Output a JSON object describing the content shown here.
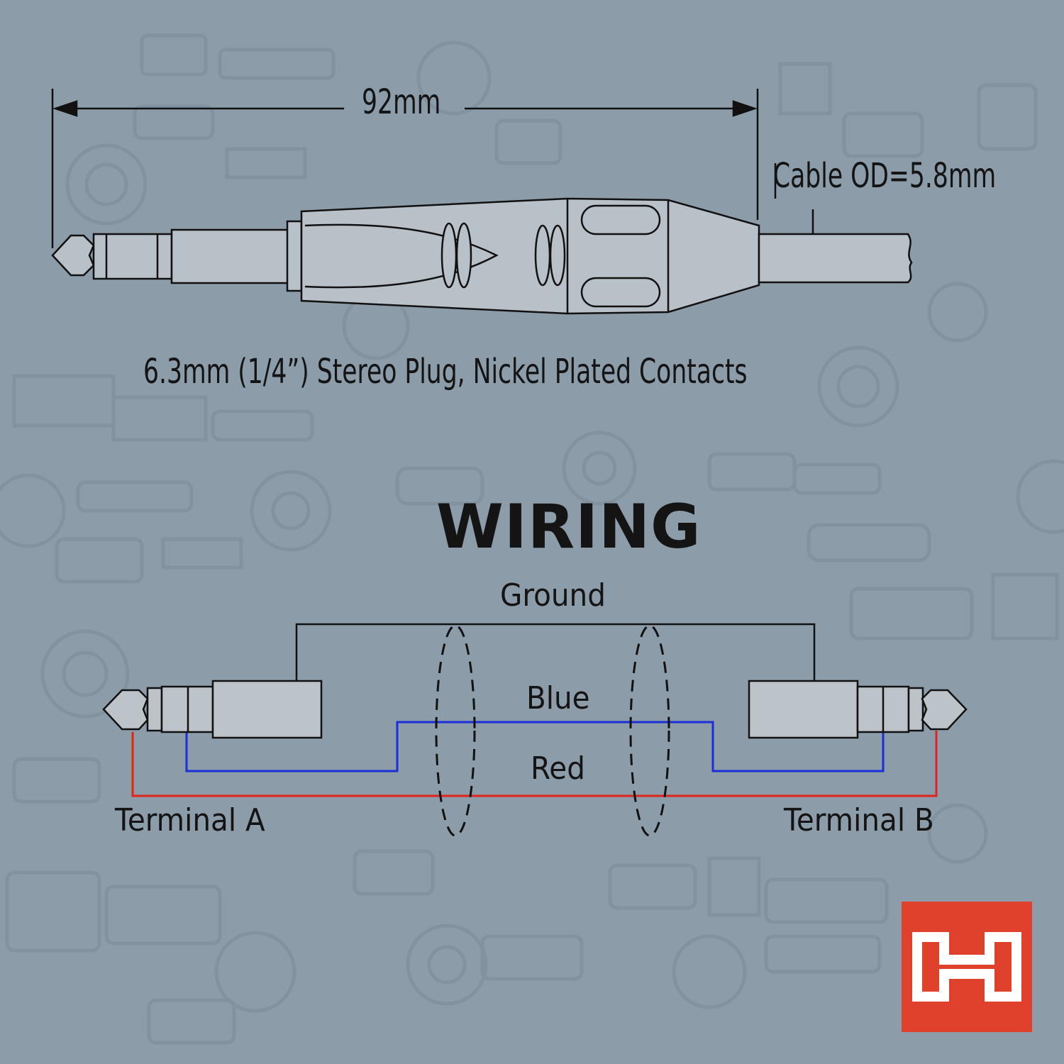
{
  "dimension": {
    "length": "92mm",
    "cable_od": "Cable OD=5.8mm"
  },
  "plug_caption": "6.3mm (1/4”) Stereo Plug, Nickel Plated Contacts",
  "wiring": {
    "title": "WIRING",
    "ground": "Ground",
    "blue": "Blue",
    "red": "Red",
    "terminal_a": "Terminal A",
    "terminal_b": "Terminal B"
  },
  "colors": {
    "background": "#8c9ca8",
    "ground_wire": "#111111",
    "blue_wire": "#1a2fd6",
    "red_wire": "#e0231c",
    "logo": "#e0412c"
  },
  "icons": {
    "logo": "hosa-h-logo-icon"
  }
}
